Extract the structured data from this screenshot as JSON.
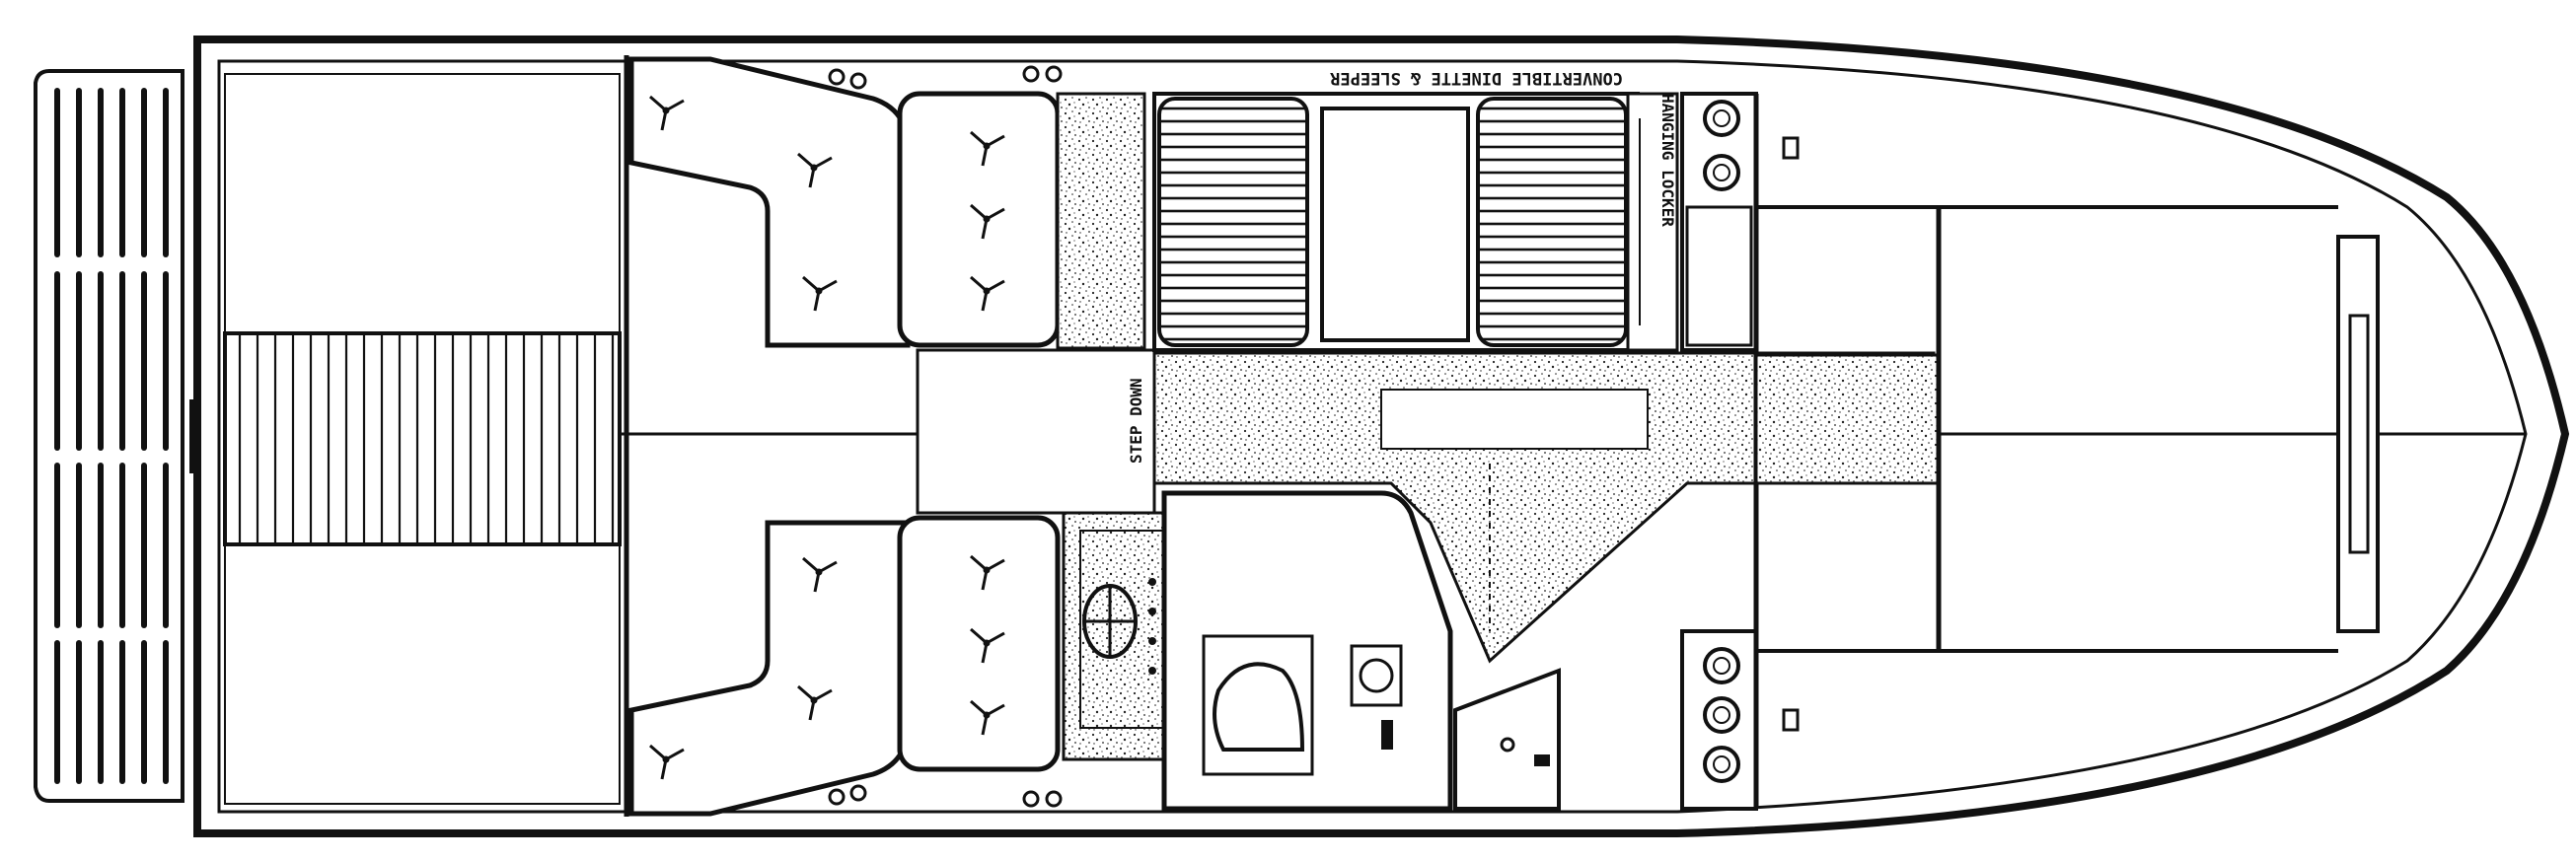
{
  "diagram": {
    "labels": {
      "convertible": "CONVERTIBLE DINETTE & SLEEPER",
      "hanging_locker": "HANGING LOCKER",
      "step_down": "STEP DOWN"
    },
    "colors": {
      "ink": "#111111",
      "paper": "#ffffff",
      "stipple": "#222222"
    }
  }
}
